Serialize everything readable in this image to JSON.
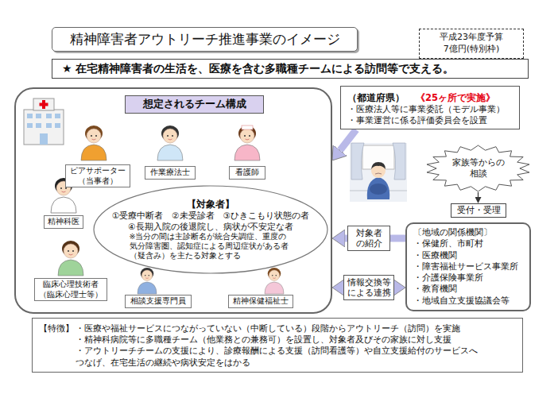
{
  "diagram": {
    "title": "精神障害者アウトリーチ推進事業のイメージ",
    "nodes": [
      {
        "text": [
          "平成23年度予算 7億円(特別枠)"
        ]
      },
      {
        "text": [
          "★ 在宅精神障害者の生活を、医療を含む多職種チームによる訪問等で支える。"
        ]
      },
      {
        "text": [
          "想定されるチーム構成"
        ]
      },
      {
        "text": [
          "ピアサポーター （当事者）"
        ],
        "in": 2
      },
      {
        "text": [
          "作業療法士"
        ],
        "in": 2
      },
      {
        "text": [
          "看護師"
        ],
        "in": 2
      },
      {
        "text": [
          "精神科医"
        ],
        "in": 2
      },
      {
        "text": [
          "【対象者】",
          "①受療中断者　②未受診者　③ひきこもり状態の者",
          "④長期入院の後退院し、病状が不安定な者",
          "※当分の間は主診断名が統合失調症、重度の 気分障害圏、認知症による周辺症状がある者 （疑含み）を主たる対象とする"
        ],
        "in": 2
      },
      {
        "text": [
          "臨床心理技術者 （臨床心理士等）"
        ],
        "in": 2
      },
      {
        "text": [
          "相談支援専門員"
        ],
        "in": 2
      },
      {
        "text": [
          "精神保健福祉士"
        ],
        "in": 2
      },
      {
        "text": [
          "（都道府県）",
          "《25ヶ所で実施》",
          "・医療法人等に事業委託（モデル事業）",
          "・事業運営に係る評価委員会を設置"
        ]
      },
      {
        "text": [
          "家族等からの 相談"
        ]
      },
      {
        "text": [
          "受付・受理"
        ]
      },
      {
        "text": [
          "〔地域の関係機関〕",
          "・保健所、市町村",
          "・医療機関",
          "・障害福祉サービス事業所",
          "・介護保険事業所",
          "・教育機関",
          "・地域自立支援協議会等"
        ]
      },
      {
        "text": [
          "【特徴】",
          "・医療や福祉サービスにつながっていない（中断している）段階からアウトリーチ（訪問）を実施",
          "・精神科病院等に多職種チーム（他業務との兼務可）を設置し、対象者及びその家族に対し支援",
          "・アウトリーチチームの支援により、診療報酬による支援（訪問看護等）や自立支援給付のサービスへ つなげ、在宅生活の継続や病状安定をはかる"
        ]
      }
    ],
    "edges": [
      {
        "from": 11,
        "to": 2,
        "arrow": "to"
      },
      {
        "from": 12,
        "to": 13,
        "arrow": "to"
      },
      {
        "from": 14,
        "to": 2,
        "label": "対象者 の紹介",
        "arrow": "to"
      },
      {
        "from": 2,
        "to": 14,
        "label": "情報交換等 による連携",
        "arrow": "both"
      }
    ]
  }
}
